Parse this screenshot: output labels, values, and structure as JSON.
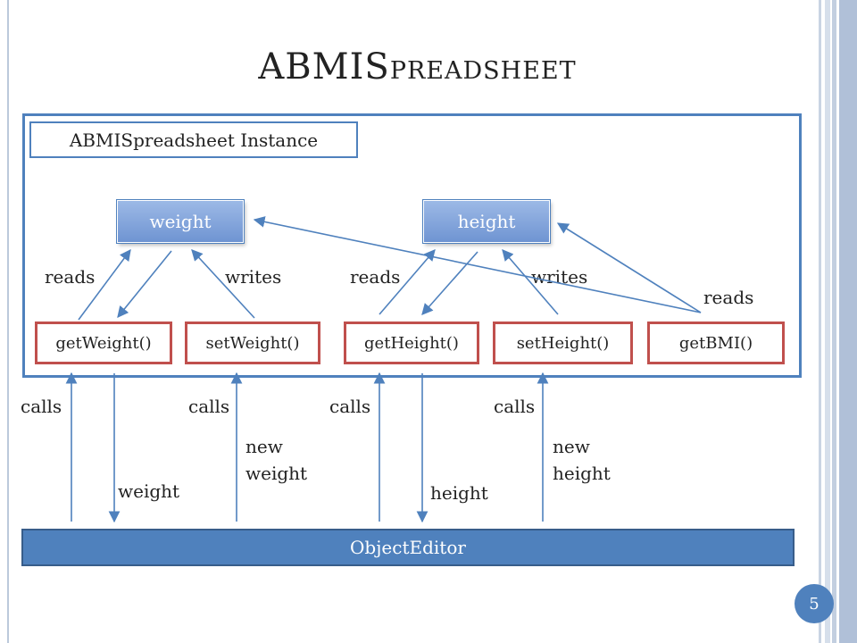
{
  "title": {
    "main": "ABMIS",
    "small_caps": "preadsheet"
  },
  "instance_label": "ABMISpreadsheet Instance",
  "variables": {
    "weight": "weight",
    "height": "height"
  },
  "methods": {
    "get_weight": "getWeight()",
    "set_weight": "setWeight()",
    "get_height": "getHeight()",
    "set_height": "setHeight()",
    "get_bmi": "getBMI()"
  },
  "edge_labels": {
    "reads_weight": "reads",
    "writes_weight": "writes",
    "reads_height": "reads",
    "writes_height": "writes",
    "reads_bmi": "reads"
  },
  "call_labels": [
    "calls",
    "calls",
    "calls",
    "calls"
  ],
  "return_labels": {
    "weight": "weight",
    "new_weight": "new\nweight",
    "height": "height",
    "new_height": "new\nheight"
  },
  "object_editor": "ObjectEditor",
  "page_number": "5",
  "colors": {
    "accent_blue": "#4f81bd",
    "method_border": "#c0504d",
    "frame_band": "#bcc9db"
  }
}
